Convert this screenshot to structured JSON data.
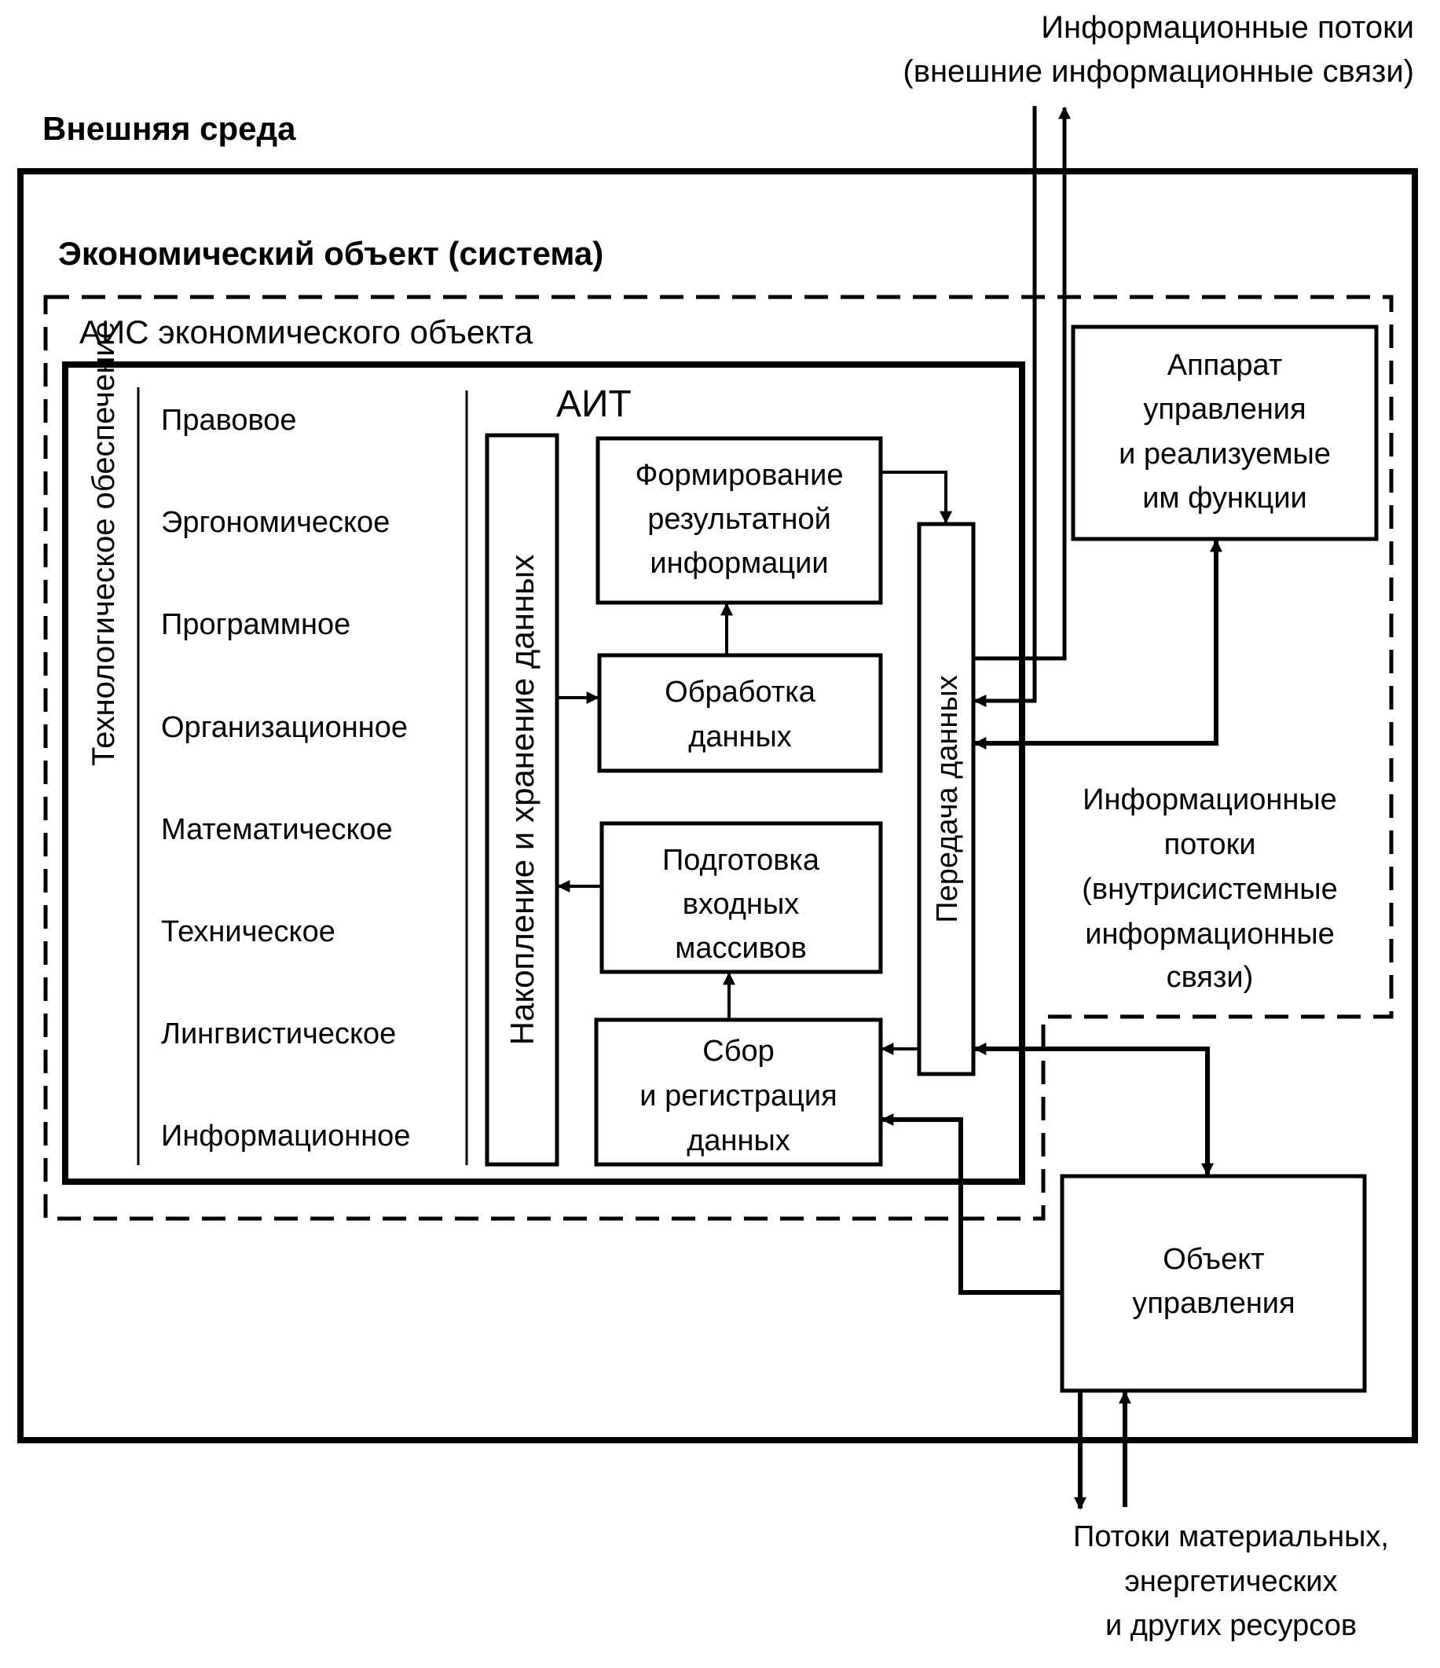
{
  "labels": {
    "external_flows": [
      "Информационные потоки",
      "(внешние информационные связи)"
    ],
    "external_env": "Внешняя среда",
    "economic_object": "Экономический объект (система)",
    "ais": "АИС экономического объекта",
    "ait": "АИТ",
    "tech_support": "Технологическое обеспечение",
    "support_types": [
      "Правовое",
      "Эргономическое",
      "Программное",
      "Организационное",
      "Математическое",
      "Техническое",
      "Лингвистическое",
      "Информационное"
    ],
    "storage": "Накопление и хранение данных",
    "formation": [
      "Формирование",
      "результатной",
      "информации"
    ],
    "processing": [
      "Обработка",
      "данных"
    ],
    "preparation": [
      "Подготовка",
      "входных",
      "массивов"
    ],
    "collection": [
      "Сбор",
      "и регистрация",
      "данных"
    ],
    "transfer": "Передача данных",
    "apparatus": [
      "Аппарат",
      "управления",
      "и реализуемые",
      "им функции"
    ],
    "internal_flows": [
      "Информационные",
      "потоки",
      "(внутрисистемные",
      "информационные",
      "связи)"
    ],
    "control_object": [
      "Объект",
      "управления"
    ],
    "resource_flows": [
      "Потоки материальных,",
      "энергетических",
      "и других ресурсов"
    ]
  }
}
